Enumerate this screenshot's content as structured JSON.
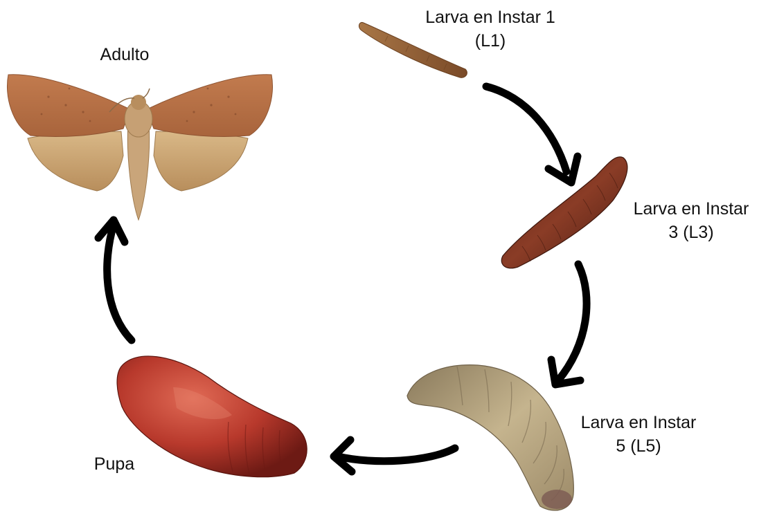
{
  "diagram": {
    "stages": [
      {
        "id": "adult",
        "lines": [
          "Adulto"
        ]
      },
      {
        "id": "l1",
        "lines": [
          "Larva en Instar 1",
          "(L1)"
        ]
      },
      {
        "id": "l3",
        "lines": [
          "Larva en Instar",
          "3 (L3)"
        ]
      },
      {
        "id": "l5",
        "lines": [
          "Larva en Instar",
          "5 (L5)"
        ]
      },
      {
        "id": "pupa",
        "lines": [
          "Pupa"
        ]
      }
    ],
    "colors": {
      "arrow": "#000000",
      "moth_wing": "#c07a4c",
      "moth_hindwing": "#d6b27f",
      "larva_l1": "#9a6a3e",
      "larva_l3": "#6e2e1e",
      "larva_l5": "#b4a27c",
      "pupa": "#b8392c"
    }
  }
}
